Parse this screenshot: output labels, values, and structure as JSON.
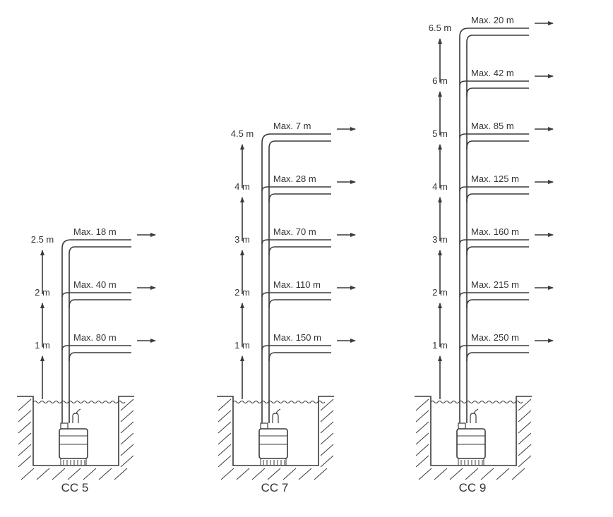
{
  "line_color": "#3a3a3a",
  "diagrams": [
    {
      "title": "CC 5",
      "heights": [
        "1 m",
        "2 m",
        "2.5 m"
      ],
      "max_lengths": [
        "Max. 80 m",
        "Max. 40 m",
        "Max. 18 m"
      ]
    },
    {
      "title": "CC 7",
      "heights": [
        "1 m",
        "2 m",
        "3 m",
        "4 m",
        "4.5 m"
      ],
      "max_lengths": [
        "Max. 150 m",
        "Max. 110 m",
        "Max. 70 m",
        "Max. 28 m",
        "Max. 7 m"
      ]
    },
    {
      "title": "CC 9",
      "heights": [
        "1 m",
        "2 m",
        "3 m",
        "4 m",
        "5 m",
        "6 m",
        "6.5 m"
      ],
      "max_lengths": [
        "Max. 250 m",
        "Max. 215 m",
        "Max. 160 m",
        "Max. 125 m",
        "Max. 85 m",
        "Max. 42 m",
        "Max. 20 m"
      ]
    }
  ]
}
